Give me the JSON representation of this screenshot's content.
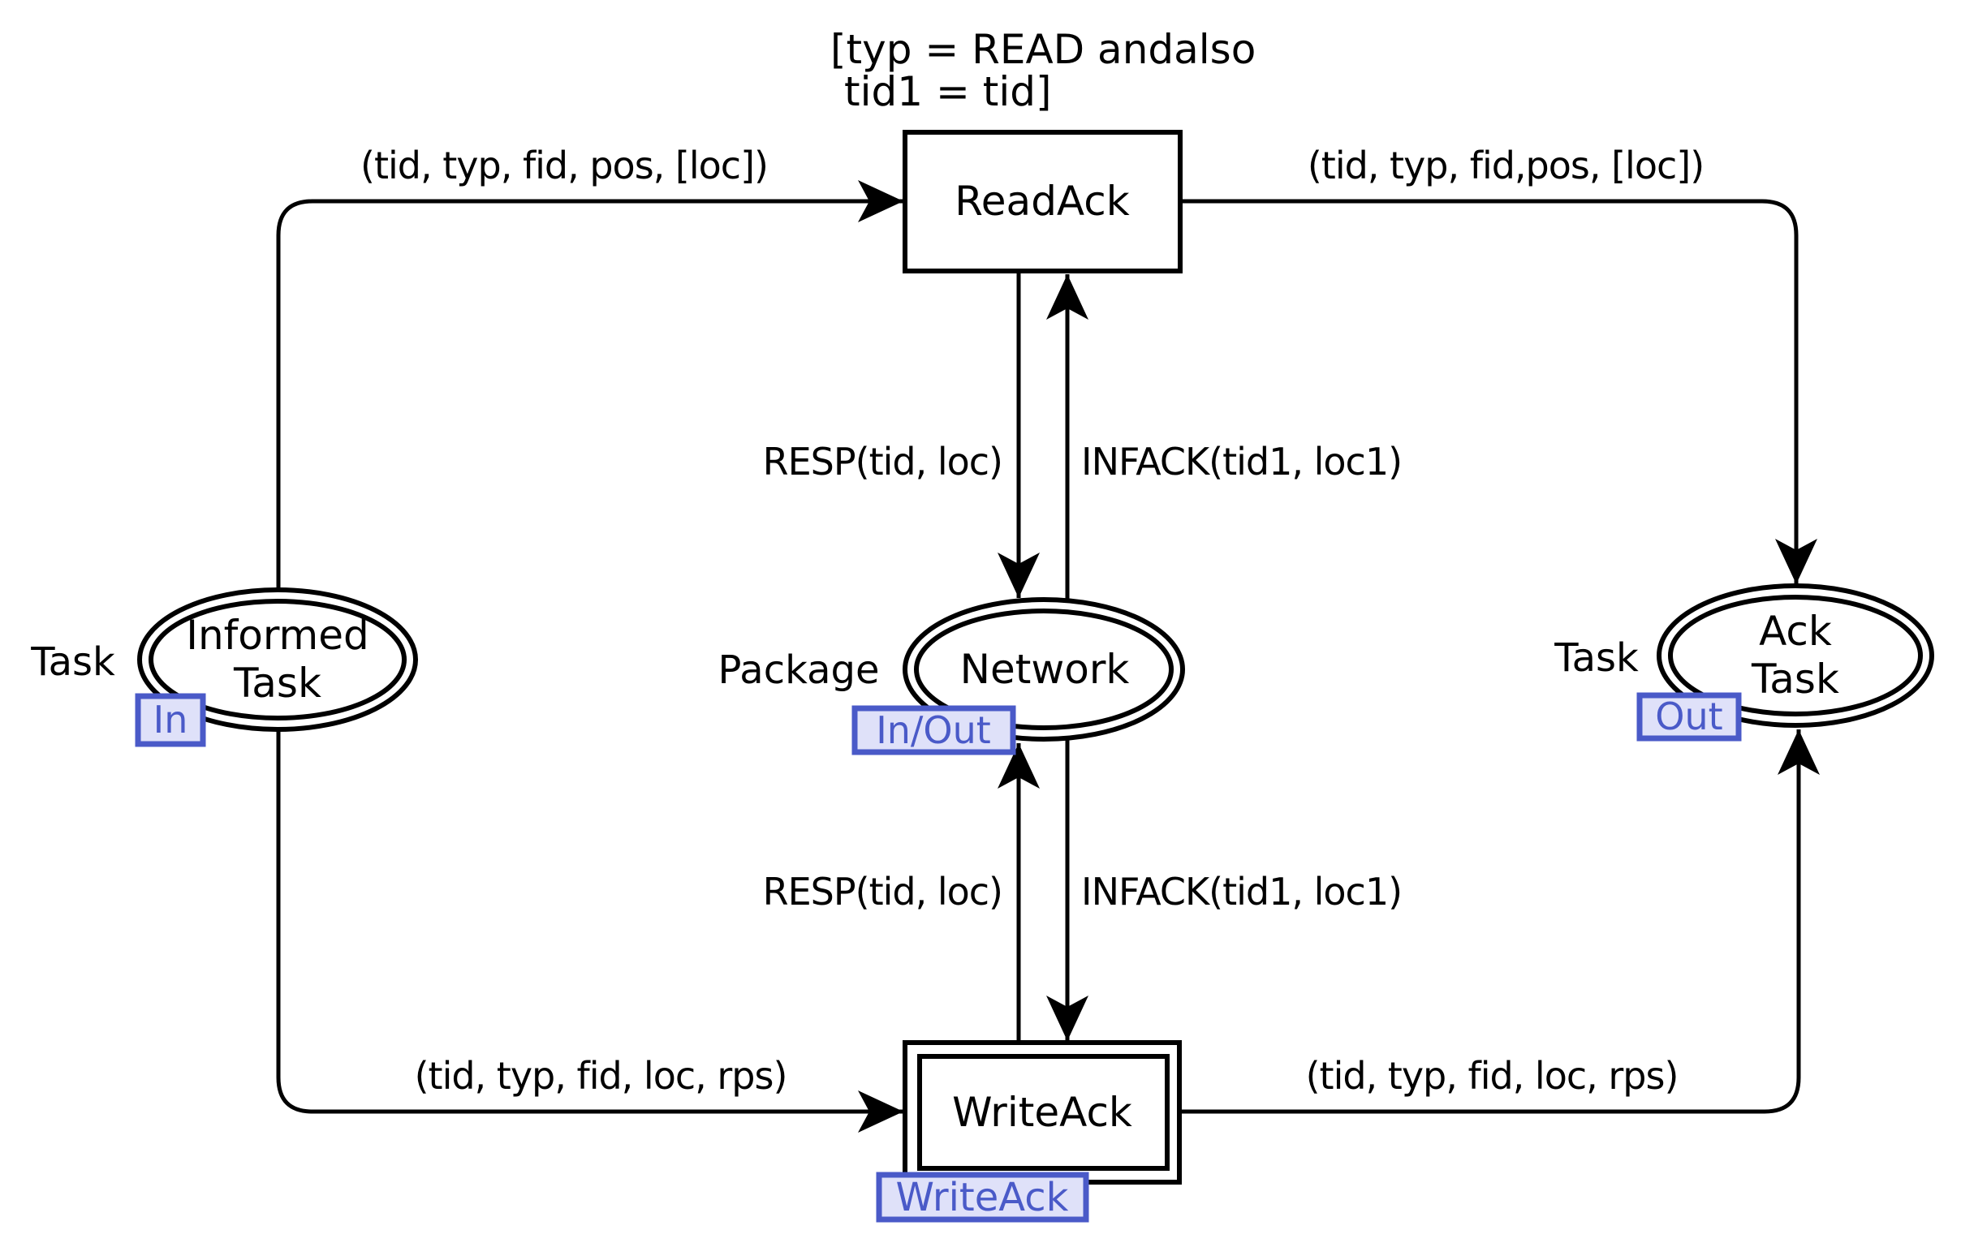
{
  "diagram": {
    "guard": {
      "line1": "[typ = READ andalso",
      "line2": "tid1 = tid]"
    },
    "transitions": {
      "readack": {
        "label": "ReadAck"
      },
      "writeack": {
        "label": "WriteAck",
        "subpage_tag": "WriteAck"
      }
    },
    "places": {
      "informed_task": {
        "line1": "Informed",
        "line2": "Task",
        "colorset": "Task",
        "port": "In"
      },
      "network": {
        "label": "Network",
        "colorset": "Package",
        "port": "In/Out"
      },
      "ack_task": {
        "line1": "Ack",
        "line2": "Task",
        "colorset": "Task",
        "port": "Out"
      }
    },
    "arcs": {
      "informed_to_readack": "(tid, typ, fid, pos, [loc])",
      "readack_to_acktask": "(tid, typ, fid,pos, [loc])",
      "readack_to_network": "RESP(tid, loc)",
      "network_to_readack": "INFACK(tid1, loc1)",
      "writeack_to_network": "RESP(tid, loc)",
      "network_to_writeack": "INFACK(tid1, loc1)",
      "informed_to_writeack": "(tid, typ, fid, loc, rps)",
      "writeack_to_acktask": "(tid, typ, fid, loc, rps)"
    },
    "colors": {
      "accent_blue": "#4a5ac8",
      "tag_fill": "#dfe1f9",
      "stroke": "#000000",
      "background": "#ffffff"
    }
  }
}
